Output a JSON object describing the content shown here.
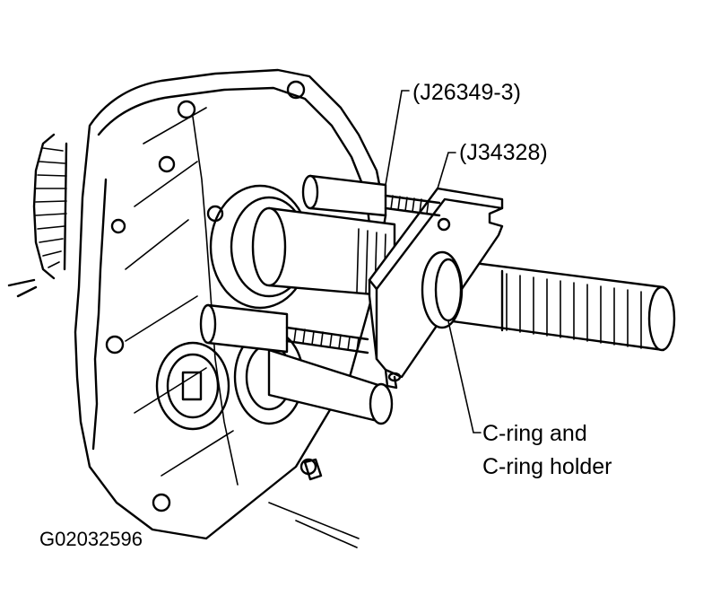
{
  "callouts": {
    "puller_bolt": "(J26349-3)",
    "puller_plate": "(J34328)",
    "cring_line1": "C-ring and",
    "cring_line2": "C-ring holder"
  },
  "figure_code": "G02032596"
}
